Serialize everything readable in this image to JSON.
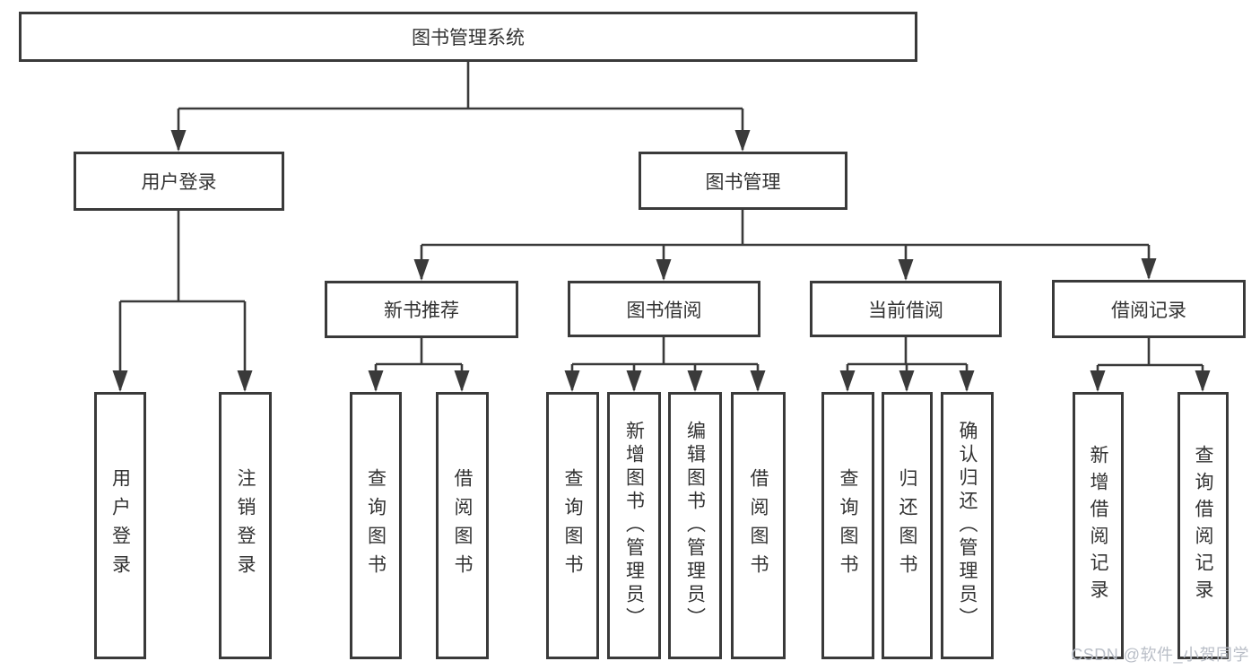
{
  "diagram": {
    "title_node": {
      "label": "图书管理系统"
    },
    "level2": {
      "user_login": {
        "label": "用户登录"
      },
      "book_mgmt": {
        "label": "图书管理"
      }
    },
    "level3": {
      "new_book_recommend": {
        "label": "新书推荐"
      },
      "book_borrowing": {
        "label": "图书借阅"
      },
      "current_borrowing": {
        "label": "当前借阅"
      },
      "borrowing_records": {
        "label": "借阅记录"
      }
    },
    "leaves": {
      "login": {
        "label": "用户登录"
      },
      "logout": {
        "label": "注销登录"
      },
      "rec_query": {
        "label": "查询图书"
      },
      "rec_borrow": {
        "label": "借阅图书"
      },
      "bor_query": {
        "label": "查询图书"
      },
      "bor_add": {
        "label": "新增图书（管理员）"
      },
      "bor_edit": {
        "label": "编辑图书（管理员）"
      },
      "bor_borrow": {
        "label": "借阅图书"
      },
      "cur_query": {
        "label": "查询图书"
      },
      "cur_return": {
        "label": "归还图书"
      },
      "cur_confirm": {
        "label": "确认归还（管理员）"
      },
      "log_add": {
        "label": "新增借阅记录"
      },
      "log_query": {
        "label": "查询借阅记录"
      }
    },
    "watermark": "CSDN @软件_小贺同学",
    "colors": {
      "line_color": "#3a3a3a",
      "text_color": "#333333",
      "watermark_color": "#b9bec7",
      "bg_color": "#ffffff"
    }
  }
}
